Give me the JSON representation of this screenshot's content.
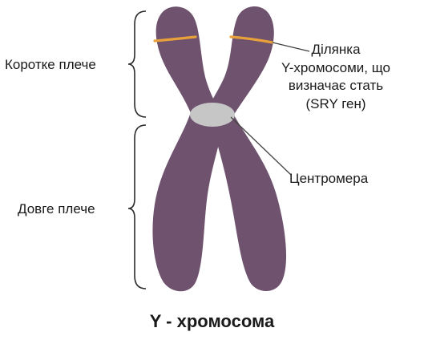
{
  "title": "Y - хромосома",
  "labels": {
    "short_arm": "Коротке плече",
    "long_arm": "Довге плече",
    "sry_region": {
      "line1": "Ділянка",
      "line2": "Y-хромосоми, що",
      "line3": "визначає стать",
      "line4": "(SRY ген)"
    },
    "centromere": "Центромера"
  },
  "colors": {
    "chromosome": "#6e526e",
    "centromere": "#c6c6c6",
    "sry_band": "#e8a13a",
    "bracket": "#2a2a2a",
    "leader_line": "#444444",
    "text": "#1a1a1a"
  }
}
